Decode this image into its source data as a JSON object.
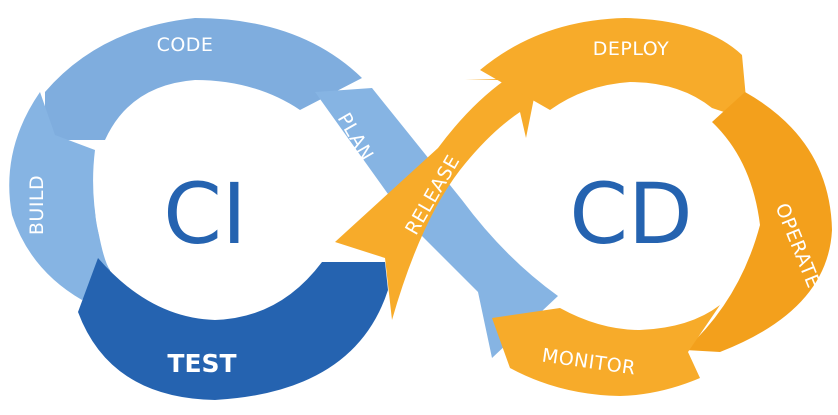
{
  "ci": {
    "hub_label": "CI",
    "segments": {
      "code": "CODE",
      "build": "BUILD",
      "test": "TEST",
      "plan": "PLAN"
    }
  },
  "cd": {
    "hub_label": "CD",
    "segments": {
      "release": "RELEASE",
      "deploy": "DEPLOY",
      "operate": "OPERATE",
      "monitor": "MONITOR"
    }
  },
  "colors": {
    "light_blue": "#7fadde",
    "mid_blue": "#86b4e3",
    "dark_blue": "#2563b0",
    "orange": "#f7ab2a",
    "orange_dark": "#f3a01c",
    "white": "#ffffff"
  }
}
